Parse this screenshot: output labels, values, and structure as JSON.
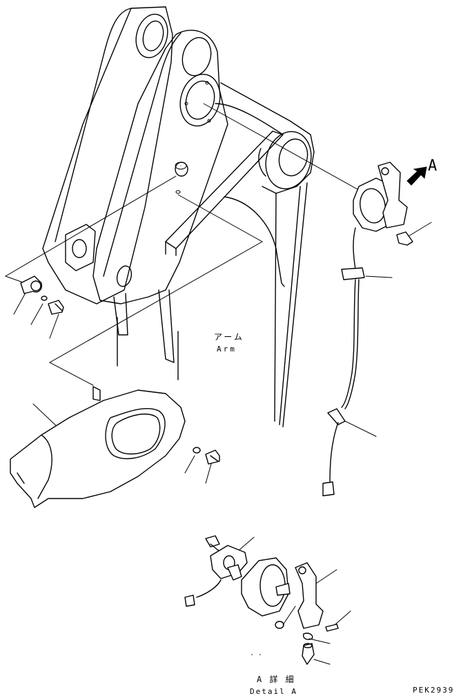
{
  "labels": {
    "arm_jp": "アーム",
    "arm_en": "Arm",
    "view_arrow": "A",
    "detail_jp": "A 詳 細",
    "detail_en": "Detail A",
    "drawing_number": "PEK2939"
  }
}
